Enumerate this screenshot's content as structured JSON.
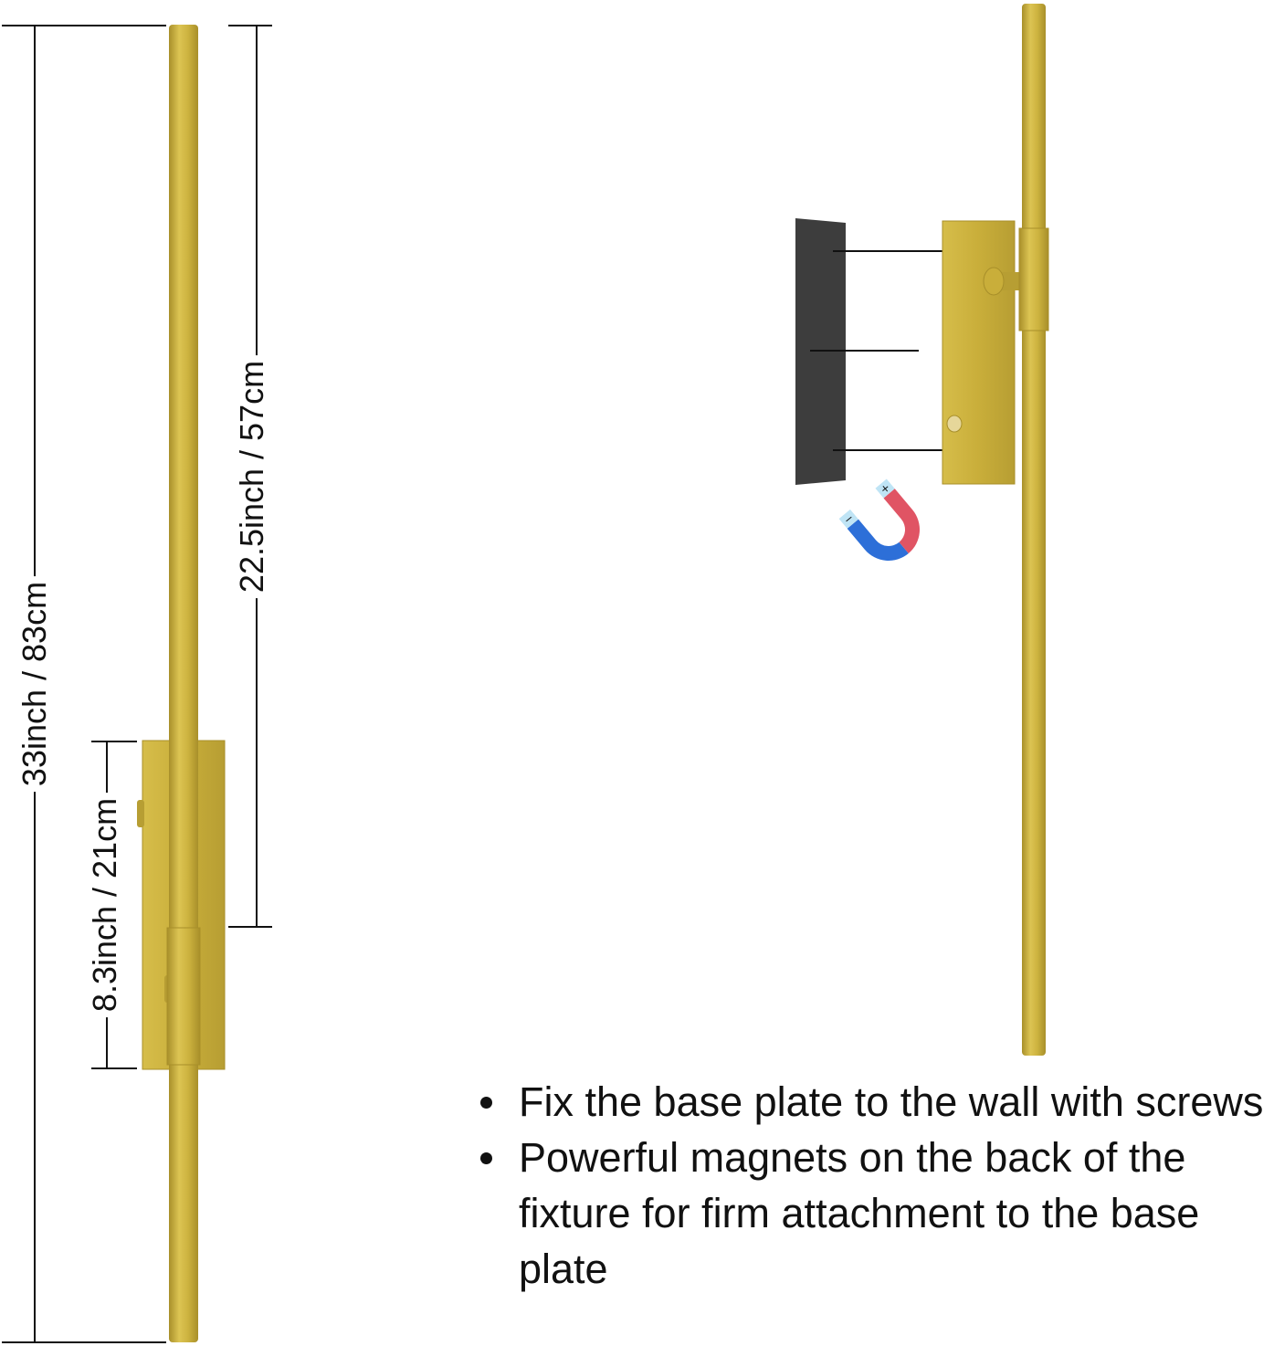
{
  "dimensions": {
    "total_height": "33inch / 83cm",
    "upper_height": "22.5inch / 57cm",
    "base_height": "8.3inch / 21cm"
  },
  "magnet": {
    "minus_sign": "−",
    "plus_sign": "+"
  },
  "instructions": [
    "Fix the base plate to the wall with screws",
    "Powerful magnets on the back of the fixture for firm attachment to the base plate"
  ],
  "colors": {
    "brass": "#C9AE3A",
    "brass_light": "#DCC453",
    "brass_dark": "#A88F2A",
    "base_plate": "#3D3D3D",
    "magnet_blue": "#2D6FD8",
    "magnet_red": "#E05464",
    "magnet_tip": "#BFE4F5",
    "dimension_line": "#111111"
  }
}
